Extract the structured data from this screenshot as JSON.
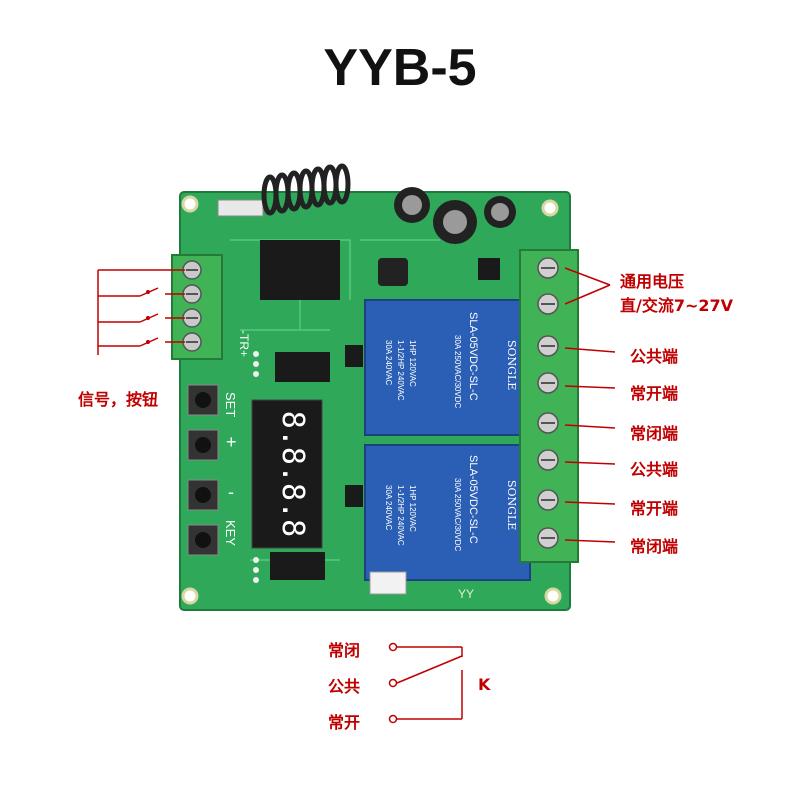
{
  "title": "YYB-5",
  "board": {
    "silk_tr": "-TR+",
    "silk_set": "SET",
    "silk_plus": "+",
    "silk_minus": "-",
    "silk_key": "KEY",
    "display_digits": "8.8.8.8",
    "relay1": {
      "brand": "SONGLE",
      "model": "SLA-05VDC-SL-C",
      "rating1": "30A 250VAC/30VDC",
      "rating2": "1HP 120VAC",
      "rating3": "1-1/2HP 240VAC",
      "rating4": "30A 240VAC"
    },
    "relay2": {
      "brand": "SONGLE",
      "model": "SLA-05VDC-SL-C",
      "rating1": "30A 250VAC/30VDC",
      "rating2": "1HP 120VAC",
      "rating3": "1-1/2HP 240VAC",
      "rating4": "30A 240VAC"
    },
    "bottom_silk": "YY"
  },
  "labels": {
    "signal_buttons": "信号，按钮",
    "power_line1": "通用电压",
    "power_line2": "直/交流7~27V",
    "t3": "公共端",
    "t4": "常开端",
    "t5": "常闭端",
    "t6": "公共端",
    "t7": "常开端",
    "t8": "常闭端"
  },
  "schematic": {
    "nc": "常闭",
    "com": "公共",
    "no": "常开",
    "k": "K"
  },
  "colors": {
    "pcb": "#2fa85a",
    "relay": "#2b5fb5",
    "terminal": "#3fb356",
    "label_red": "#c00000"
  }
}
